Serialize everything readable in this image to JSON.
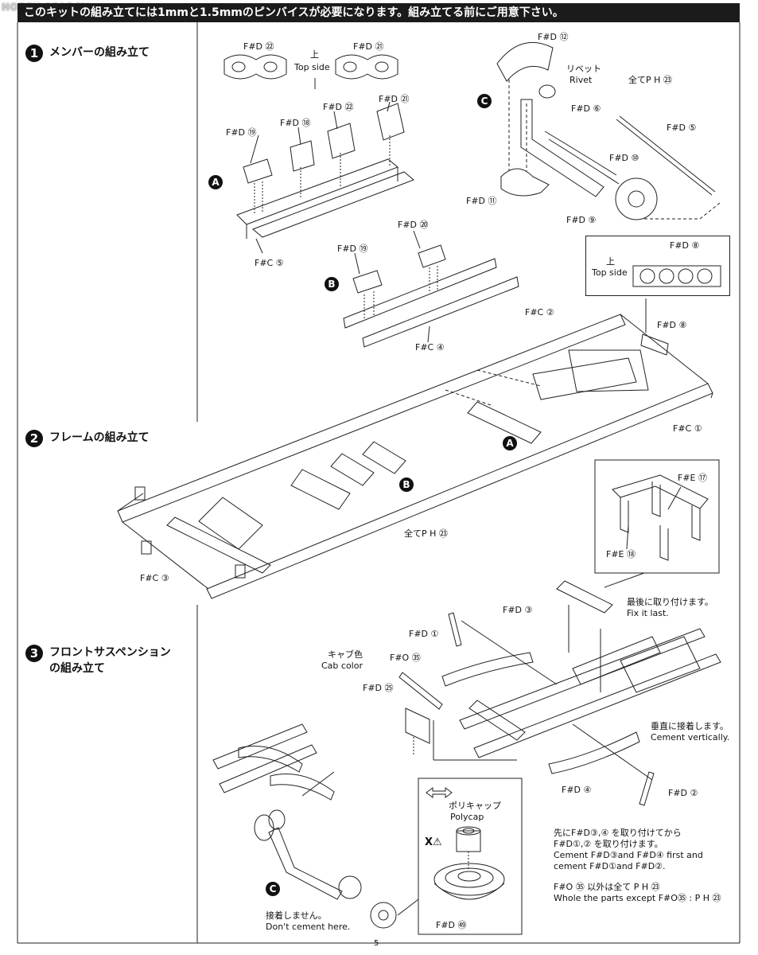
{
  "header": {
    "text": "このキットの組み立てには1mmと1.5mmのピンバイスが必要になります。組み立てる前にご用意下さい。"
  },
  "watermark": "HOBBY SEARCH",
  "steps": [
    {
      "num": "1",
      "title": "メンバーの組み立て"
    },
    {
      "num": "2",
      "title": "フレームの組み立て"
    },
    {
      "num": "3",
      "title_line1": "フロントサスペンション",
      "title_line2": "の組み立て"
    }
  ],
  "top_side": {
    "jp": "上",
    "en": "Top side"
  },
  "parts": {
    "fd22": "F#D ㉒",
    "fd21": "F#D ㉑",
    "fd19": "F#D ⑲",
    "fd18": "F#D ⑱",
    "fc5": "F#C ⑤",
    "fd20": "F#D ⑳",
    "fc4": "F#C ④",
    "fd12": "F#D ⑫",
    "fd6": "F#D ⑥",
    "fd5": "F#D ⑤",
    "fd10": "F#D ⑩",
    "fd11": "F#D ⑪",
    "fd9": "F#D ⑨",
    "fd8": "F#D ⑧",
    "fc2": "F#C ②",
    "fc1": "F#C ①",
    "fc3": "F#C ③",
    "fe17": "F#E ⑰",
    "fe18": "F#E ⑱",
    "fd3": "F#D ③",
    "fd1": "F#D ①",
    "fo35": "F#O ㉟",
    "fd25": "F#D ㉕",
    "fd4": "F#D ④",
    "fd2": "F#D ②",
    "fd49": "F#D ㊾"
  },
  "rivet": {
    "jp": "リベット",
    "en": "Rivet"
  },
  "all_ph23": "全てP H ㉓",
  "letters": {
    "a": "A",
    "b": "B",
    "c": "C"
  },
  "fix_last": {
    "jp": "最後に取り付けます。",
    "en": "Fix it last."
  },
  "cab_color": {
    "jp": "キャブ色",
    "en": "Cab color"
  },
  "cement_vertical": {
    "jp": "垂直に接着します。",
    "en": "Cement vertically."
  },
  "polycap": {
    "jp": "ポリキャップ",
    "en": "Polycap",
    "mark": "X⚠"
  },
  "dont_cement": {
    "jp": "接着しません。",
    "en": "Don't cement here."
  },
  "order_note": {
    "l1": "先にF#D③,④ を取り付けてから",
    "l2": "F#D①,② を取り付けます。",
    "l3": "Cement F#D③and F#D④ first and",
    "l4": "cement F#D①and F#D②."
  },
  "except_note": {
    "l1": "F#O ㉟ 以外は全て P H ㉓",
    "l2": "Whole the parts except F#O㉟ : P H ㉓"
  },
  "page_number": "5"
}
